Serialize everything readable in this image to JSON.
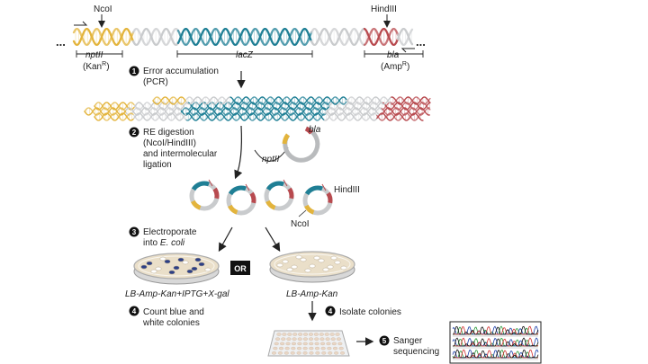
{
  "colors": {
    "gold": "#e3b43c",
    "teal": "#1f7f95",
    "grey": "#c9cbcd",
    "red": "#b84a4f",
    "plate_blue": "#2c3f86",
    "plate_agar": "#eadfc9",
    "ink": "#222222"
  },
  "top": {
    "ellipsis_left": "...",
    "ellipsis_right": "...",
    "ncoi_label": "NcoI",
    "hindiii_label": "HindIII",
    "nptii": "nptII",
    "kan_r_prefix": "(Kan",
    "kan_r_sup": "R",
    "kan_r_suffix": ")",
    "lacz": "lacZ",
    "bla": "bla",
    "amp_r_prefix": "(Amp",
    "amp_r_sup": "R",
    "amp_r_suffix": ")"
  },
  "steps": [
    {
      "num": "1",
      "line1": "Error accumulation",
      "line2": "(PCR)"
    },
    {
      "num": "2",
      "line1": "RE digestion",
      "line2": "(NcoI/HindIII)",
      "line3": "and intermolecular",
      "line4": "ligation"
    },
    {
      "num": "3",
      "line1": "Electroporate",
      "line2_prefix": "into ",
      "line2_ital": "E. coli"
    },
    {
      "num": "4",
      "line1": "Count blue and",
      "line2": "white colonies"
    },
    {
      "num": "4",
      "line1": "Isolate colonies"
    },
    {
      "num": "5",
      "line1": "Sanger",
      "line2": "sequencing"
    }
  ],
  "labels": {
    "bla_small": "bla",
    "nptii_small": "nptII",
    "hindiii_plasmid": "HindIII",
    "ncoi_plasmid": "NcoI",
    "or": "OR",
    "plate_left": "LB-Amp-Kan+IPTG+X-gal",
    "plate_right": "LB-Amp-Kan"
  },
  "icons": {
    "arrow": "down-arrow-icon",
    "plasmid": "plasmid-icon",
    "petri_dish": "petri-dish-icon",
    "well_plate": "well-plate-icon",
    "chromatogram": "chromatogram-icon"
  }
}
